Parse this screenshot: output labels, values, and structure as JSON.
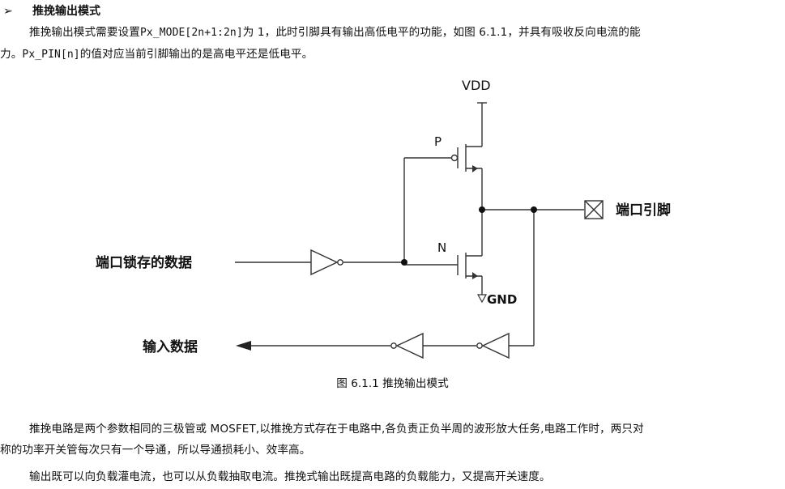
{
  "section": {
    "bullet": "➢",
    "title": "推挽输出模式"
  },
  "intro": {
    "line1_pre": "推挽输出模式需要设置",
    "line1_code": "Px_MODE[2n+1:2n]",
    "line1_post": "为 1，此时引脚具有输出高低电平的功能，如图 6.1.1，并具有吸收反向电流的能",
    "line2_pre": "力。",
    "line2_code": "Px_PIN[n]",
    "line2_post": "的值对应当前引脚输出的是高电平还是低电平。"
  },
  "diagram": {
    "vdd": "VDD",
    "gnd": "GND",
    "p_label": "P",
    "n_label": "N",
    "port_pin": "端口引脚",
    "latch_data": "端口锁存的数据",
    "input_data": "输入数据"
  },
  "caption": "图 6.1.1  推挽输出模式",
  "body": {
    "p1_line1": "推挽电路是两个参数相同的三极管或 MOSFET,以推挽方式存在于电路中,各负责正负半周的波形放大任务,电路工作时，两只对",
    "p1_line2": "称的功率开关管每次只有一个导通，所以导通损耗小、效率高。",
    "p2_line1": "输出既可以向负载灌电流，也可以从负载抽取电流。推挽式输出既提高电路的负载能力，又提高开关速度。"
  }
}
